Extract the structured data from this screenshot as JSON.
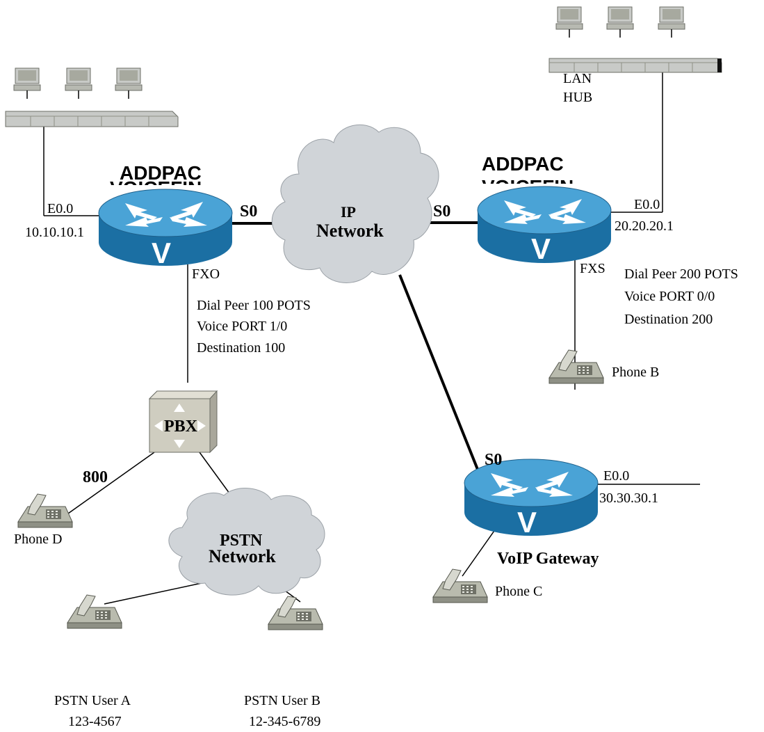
{
  "router_left": {
    "title": "ADDPAC",
    "subtitle": "VOICEFIN",
    "port_e": "E0.0",
    "ip": "10.10.10.1",
    "serial": "S0",
    "port_fxo": "FXO",
    "dial_peer": "Dial Peer 100 POTS",
    "voice_port": "Voice PORT 1/0",
    "destination": "Destination 100",
    "router_glyph": "V"
  },
  "router_right": {
    "title": "ADDPAC",
    "subtitle": "VOICEFIN",
    "port_e": "E0.0",
    "ip": "20.20.20.1",
    "serial": "S0",
    "port_fxs": "FXS",
    "dial_peer": "Dial Peer 200 POTS",
    "voice_port": "Voice PORT 0/0",
    "destination": "Destination 200",
    "router_glyph": "V"
  },
  "router_gateway": {
    "serial": "S0",
    "port_e": "E0.0",
    "ip": "30.30.30.1",
    "label": "VoIP Gateway",
    "router_glyph": "V"
  },
  "ip_cloud": {
    "line1": "IP",
    "line2": "Network"
  },
  "pstn_cloud": {
    "line1": "PSTN",
    "line2": "Network"
  },
  "lan_hub": {
    "line1": "LAN",
    "line2": "HUB"
  },
  "pbx": {
    "label": "PBX",
    "trunk": "800"
  },
  "phones": {
    "phone_b": "Phone B",
    "phone_c": "Phone C",
    "phone_d": "Phone D",
    "user_a_name": "PSTN User A",
    "user_a_number": "123-4567",
    "user_b_name": "PSTN User B",
    "user_b_number": "12-345-6789"
  },
  "colors": {
    "router_top": "#4aa3d6",
    "router_side": "#1b6fa3",
    "cloud": "#d0d4d8",
    "hub": "#c8cac7",
    "pbx": "#cfcdc0",
    "phone": "#bdbfb2"
  }
}
